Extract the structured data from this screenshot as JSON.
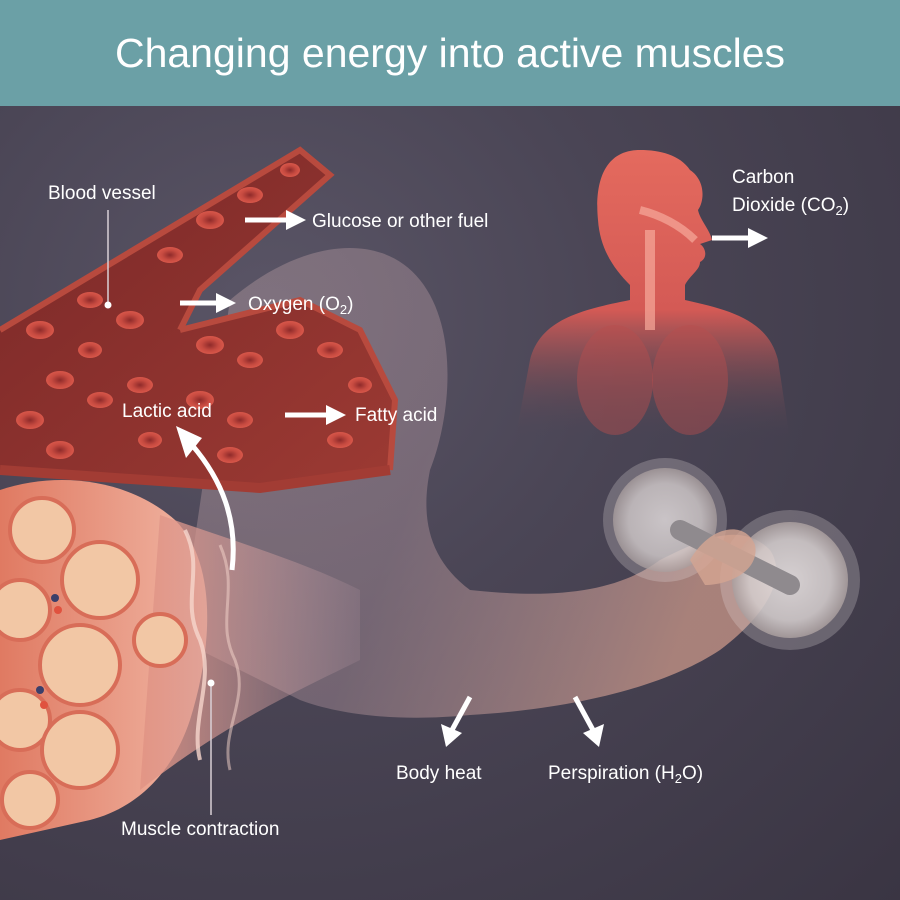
{
  "title": "Changing energy into active muscles",
  "labels": {
    "blood_vessel": "Blood vessel",
    "glucose": "Glucose or other fuel",
    "oxygen_main": "Oxygen (O",
    "oxygen_sub": "2",
    "oxygen_end": ")",
    "lactic_acid": "Lactic acid",
    "fatty_acid": "Fatty acid",
    "co2_line1": "Carbon",
    "co2_main": "Dioxide (CO",
    "co2_sub": "2",
    "co2_end": ")",
    "body_heat": "Body heat",
    "perspiration_main": "Perspiration (H",
    "perspiration_sub": "2",
    "perspiration_end": "O)",
    "muscle_contraction": "Muscle contraction"
  },
  "colors": {
    "title_bar": "#6ba0a6",
    "background": "#4a4555",
    "vessel": "#8e2f2c",
    "blood_cell": "#c8483f",
    "human_figure": "#e0645c",
    "muscle": "#e08a72",
    "fiber": "#f0c3a0",
    "arrow": "#ffffff"
  }
}
